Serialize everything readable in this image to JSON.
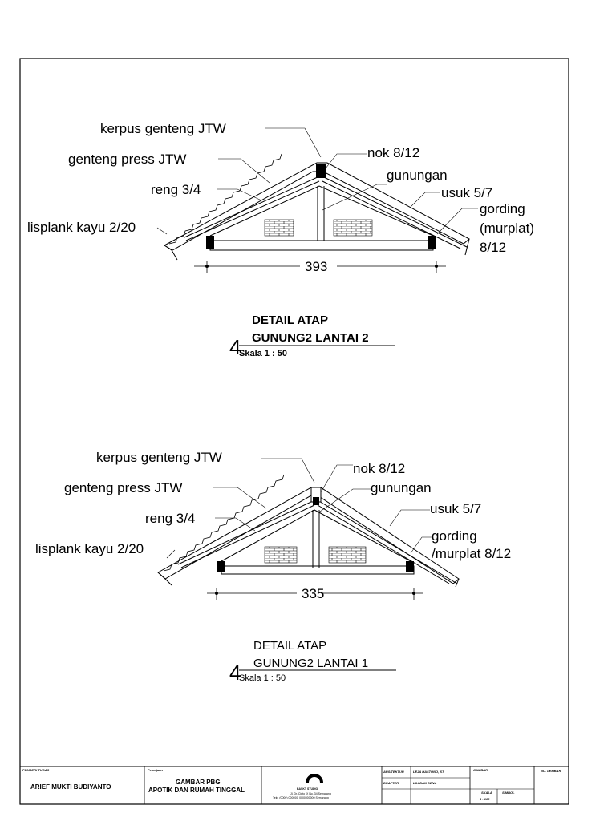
{
  "detail_upper": {
    "labels": {
      "kerpus": "kerpus genteng JTW",
      "genteng": "genteng press JTW",
      "reng": "reng 3/4",
      "lisplank": "lisplank kayu 2/20",
      "nok": "nok 8/12",
      "gunungan": "gunungan",
      "usuk": "usuk 5/7",
      "gording_1": "gording",
      "gording_2": "(murplat)",
      "gording_3": "8/12"
    },
    "dimension": "393",
    "title_line1": "DETAIL ATAP",
    "title_line2": "GUNUNG2 LANTAI 2",
    "scale": "Skala 1 : 50"
  },
  "detail_lower": {
    "labels": {
      "kerpus": "kerpus genteng JTW",
      "genteng": "genteng press JTW",
      "reng": "reng 3/4",
      "lisplank": "lisplank kayu 2/20",
      "nok": "nok 8/12",
      "gunungan": "gunungan",
      "usuk": "usuk 5/7",
      "gording_1": "gording",
      "gording_2": "/murplat 8/12"
    },
    "dimension": "335",
    "title_line1": "DETAIL ATAP",
    "title_line2": "GUNUNG2 LANTAI 1",
    "scale": "Skala 1 : 50"
  },
  "title_block": {
    "pemberi_tugas_label": "PEMBERI TUGAS",
    "pemberi_tugas": "ARIEF MUKTI BUDIYANTO",
    "pekerjaan_label": "Pekerjaan",
    "pekerjaan_1": "GAMBAR PBG",
    "pekerjaan_2": "APOTIK DAN RUMAH TINGGAL",
    "studio": "BASKT STUDIO",
    "studio_addr_1": "Jl. Dr. Cipto IX No. 34 Semarang",
    "studio_addr_2": "Telp. (0000) 000000, 0000000000 Semarang",
    "arsitektur_label": "ARSITEKTUR",
    "arsitektur": "LEJA HASTONO, ST",
    "drafter_label": "DRAFTER",
    "drafter": "LILI DAN DENA",
    "gambar_label": "GAMBAR",
    "skala_label": "SKALA",
    "skala": "1 : 100",
    "simbol_label": "SIMBOL",
    "no_lembar_label": "NO. LEMBAR"
  }
}
